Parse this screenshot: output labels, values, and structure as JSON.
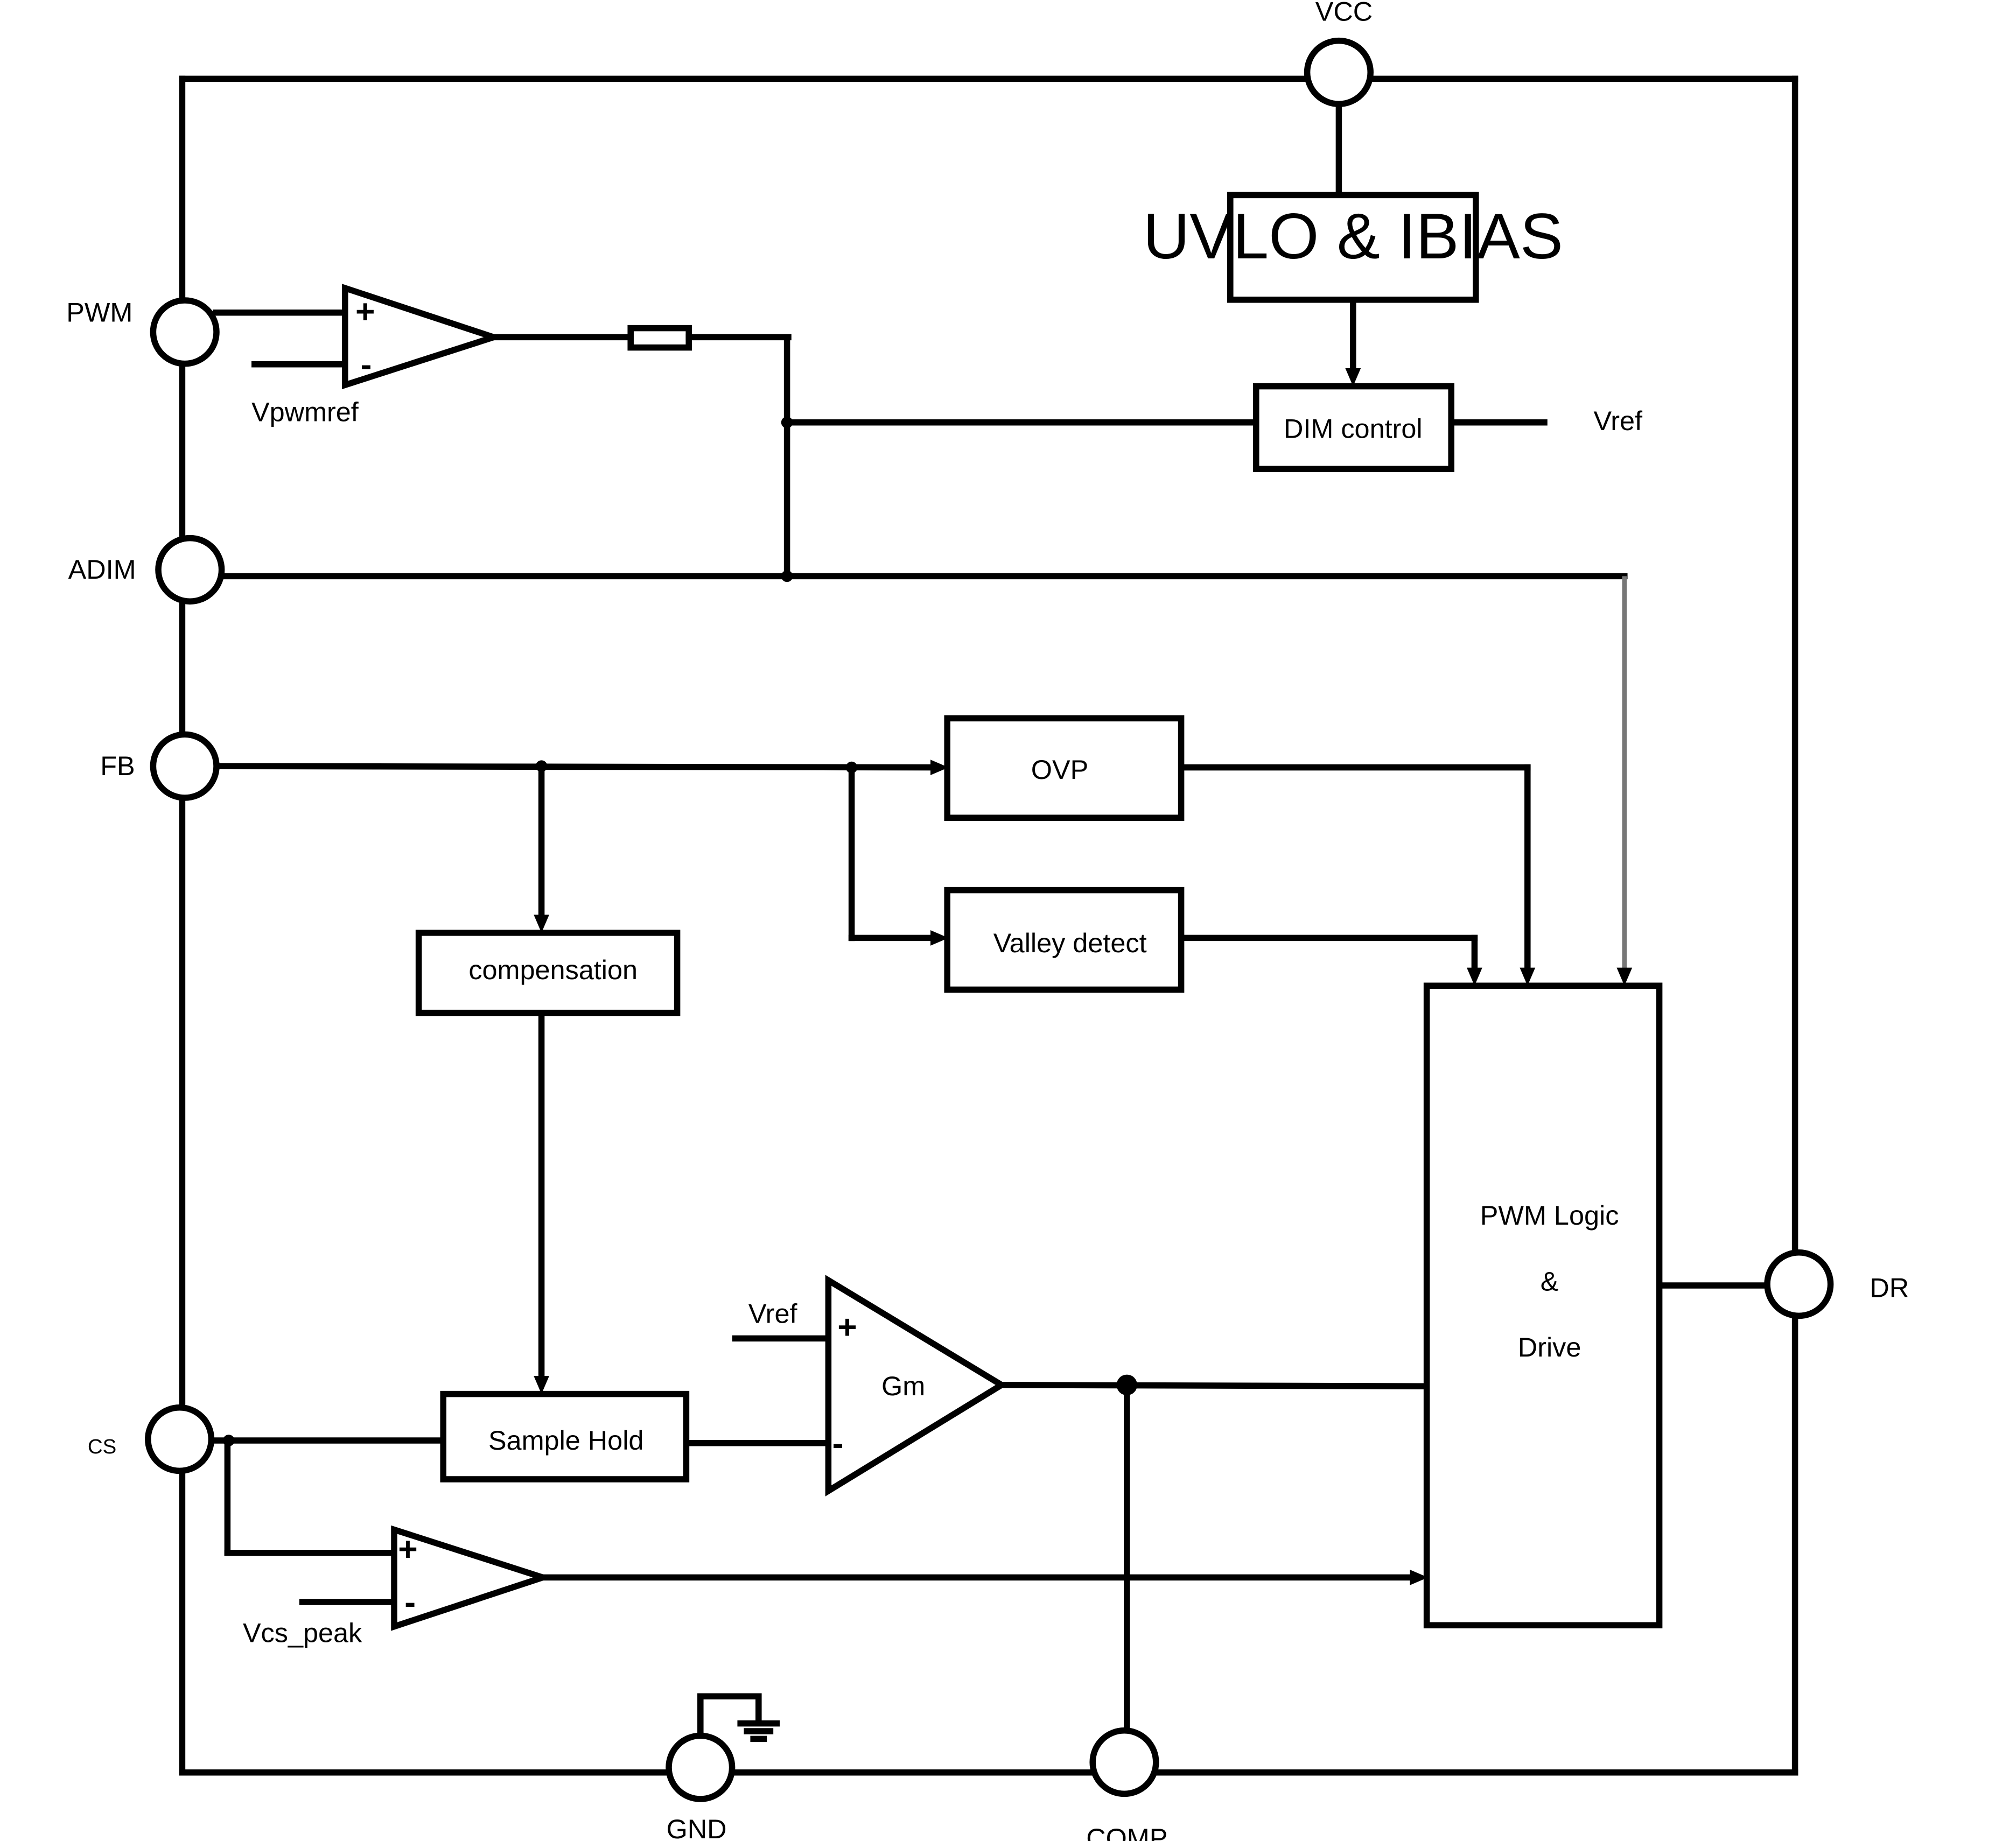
{
  "pins": {
    "vcc": "VCC",
    "pwm": "PWM",
    "adim": "ADIM",
    "fb": "FB",
    "cs": "CS",
    "dr": "DR",
    "gnd": "GND",
    "comp": "COMP"
  },
  "blocks": {
    "uvlo": "UVLO & IBIAS",
    "dim_control": "DIM control",
    "ovp": "OVP",
    "valley_detect": "Valley detect",
    "compensation": "compensation",
    "sample_hold": "Sample Hold",
    "pwm_logic_line1": "PWM Logic",
    "pwm_logic_line2": "&",
    "pwm_logic_line3": "Drive"
  },
  "signals": {
    "vpwmref": "Vpwmref",
    "vref_dim": "Vref",
    "vref_gm": "Vref",
    "vcs_peak": "Vcs_peak",
    "gm": "Gm"
  },
  "comparator_signs": {
    "plus": "+",
    "minus": "-"
  }
}
